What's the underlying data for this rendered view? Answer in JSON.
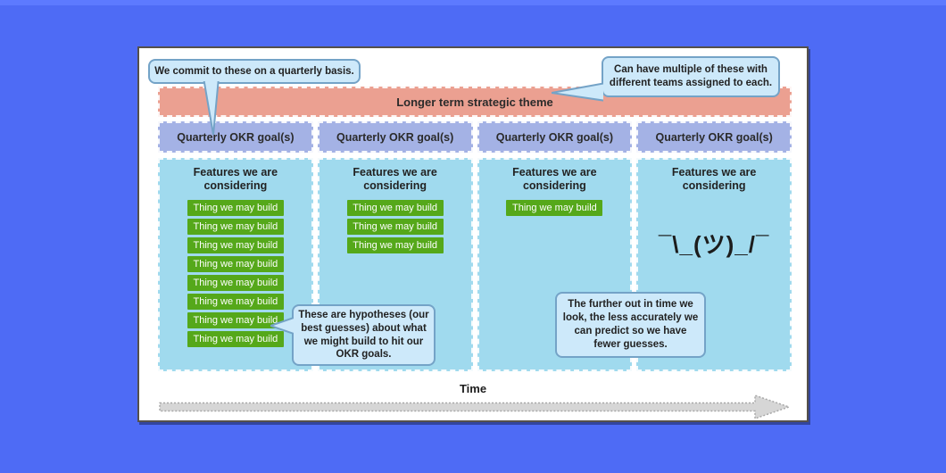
{
  "diagram": {
    "banner_label": "Longer term strategic theme",
    "columns": [
      {
        "header": "Quarterly OKR goal(s)",
        "title": "Features we are considering",
        "items": [
          "Thing we may build",
          "Thing we may build",
          "Thing we may build",
          "Thing we may build",
          "Thing we may build",
          "Thing we may build",
          "Thing we may build",
          "Thing we may build"
        ]
      },
      {
        "header": "Quarterly OKR goal(s)",
        "title": "Features we are considering",
        "items": [
          "Thing we may build",
          "Thing we may build",
          "Thing we may build"
        ]
      },
      {
        "header": "Quarterly OKR goal(s)",
        "title": "Features we are considering",
        "items": [
          "Thing we may build"
        ]
      },
      {
        "header": "Quarterly OKR goal(s)",
        "title": "Features we are considering",
        "items": [],
        "shrug": "¯\\_(ツ)_/¯"
      }
    ],
    "callouts": {
      "commit": "We commit to these on a quarterly basis.",
      "multiple": "Can have multiple of these with different teams assigned to each.",
      "hypotheses": "These are hypotheses (our best guesses) about what we might build to hit our OKR goals.",
      "fewer": "The further out in time we look, the less accurately we can predict so we have fewer guesses."
    },
    "timeline_label": "Time"
  },
  "colors": {
    "page_background": "#4e6bf5",
    "banner": "#eba091",
    "column_header": "#a4b2e5",
    "column_body": "#a0daee",
    "feature_item": "#55a81a",
    "callout_fill": "#cde9fa",
    "callout_border": "#74a3c7",
    "arrow_fill": "#d6d6d6"
  }
}
